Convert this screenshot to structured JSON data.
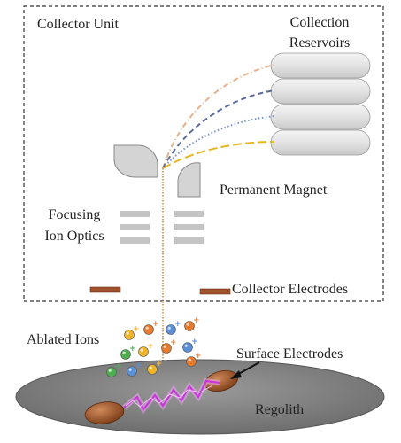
{
  "labels": {
    "collector_unit": "Collector Unit",
    "collection_reservoirs_line1": "Collection",
    "collection_reservoirs_line2": "Reservoirs",
    "permanent_magnet": "Permanent Magnet",
    "focusing_line1": "Focusing",
    "focusing_line2": "Ion Optics",
    "collector_electrodes": "Collector Electrodes",
    "ablated_ions": "Ablated Ions",
    "surface_electrodes": "Surface Electrodes",
    "regolith": "Regolith"
  },
  "colors": {
    "box_border": "#333333",
    "reservoir_fill": "#e6e6e6",
    "magnet_fill": "#d4d4d4",
    "optics_fill": "#c4c4c4",
    "electrode_fill": "#a0522d",
    "regolith_fill": "#8a8a8a",
    "arc": "#cc33dd",
    "ion_beam": "#d9a46a",
    "trajectories": [
      "#e6b08a",
      "#5b6b9a",
      "#7a94cc",
      "#e8b820"
    ]
  },
  "ions": [
    {
      "color": "#f0b429",
      "charge": "+"
    },
    {
      "color": "#e87a2c",
      "charge": "+"
    },
    {
      "color": "#5b8fd6",
      "charge": "+"
    },
    {
      "color": "#e87a2c",
      "charge": "+"
    },
    {
      "color": "#4caf50",
      "charge": "+"
    },
    {
      "color": "#f0b429",
      "charge": "+"
    },
    {
      "color": "#e87a2c",
      "charge": "+"
    },
    {
      "color": "#5b8fd6",
      "charge": "+"
    },
    {
      "color": "#4caf50",
      "charge": "+"
    },
    {
      "color": "#5b8fd6",
      "charge": "+"
    },
    {
      "color": "#f0b429",
      "charge": "+"
    },
    {
      "color": "#e87a2c",
      "charge": "+"
    }
  ]
}
